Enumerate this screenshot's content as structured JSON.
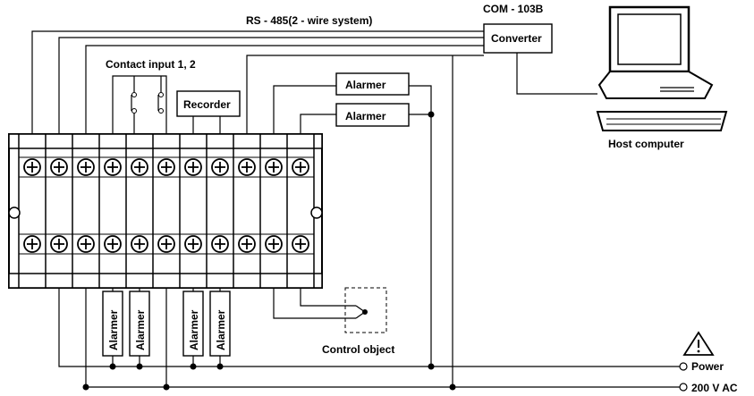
{
  "title": {
    "rs485": "RS - 485(2 - wire system)",
    "com": "COM - 103B"
  },
  "labels": {
    "converter": "Converter",
    "contact_input": "Contact input 1, 2",
    "recorder": "Recorder",
    "alarmer": "Alarmer",
    "host_computer": "Host computer",
    "control_object": "Control object",
    "power": "Power",
    "supply": "200 V AC"
  },
  "icons": {
    "warning": "warning-triangle-icon",
    "screw": "terminal-screw-icon",
    "computer": "computer-icon"
  },
  "terminal_block": {
    "screws_per_row": 11,
    "rows": 2
  }
}
